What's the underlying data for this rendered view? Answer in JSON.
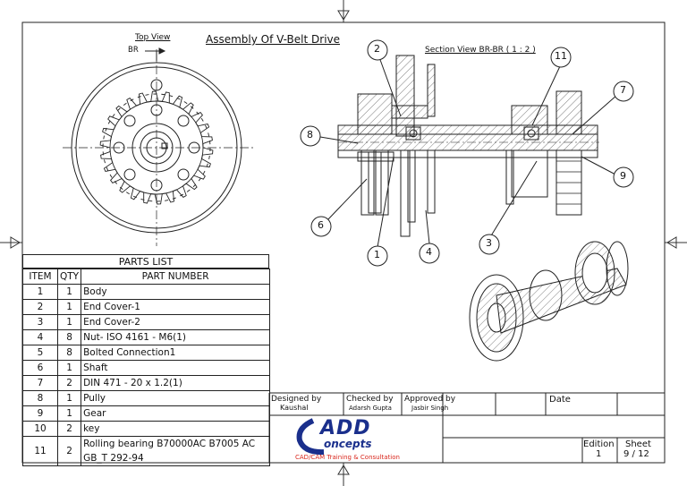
{
  "drawing": {
    "title": "Assembly Of V-Belt Drive",
    "top_view_label": "Top View",
    "section_marker": "BR",
    "section_view_label": "Section View BR-BR ( 1 : 2 )"
  },
  "balloons": [
    "2",
    "11",
    "7",
    "8",
    "9",
    "6",
    "1",
    "4",
    "3"
  ],
  "parts_list": {
    "title": "PARTS LIST",
    "headers": [
      "ITEM",
      "QTY",
      "PART NUMBER"
    ],
    "rows": [
      {
        "item": "1",
        "qty": "1",
        "part": "Body"
      },
      {
        "item": "2",
        "qty": "1",
        "part": "End Cover-1"
      },
      {
        "item": "3",
        "qty": "1",
        "part": "End Cover-2"
      },
      {
        "item": "4",
        "qty": "8",
        "part": "Nut- ISO 4161 - M6(1)"
      },
      {
        "item": "5",
        "qty": "8",
        "part": "Bolted Connection1"
      },
      {
        "item": "6",
        "qty": "1",
        "part": "Shaft"
      },
      {
        "item": "7",
        "qty": "2",
        "part": "DIN 471 - 20 x 1.2(1)"
      },
      {
        "item": "8",
        "qty": "1",
        "part": "Pully"
      },
      {
        "item": "9",
        "qty": "1",
        "part": "Gear"
      },
      {
        "item": "10",
        "qty": "2",
        "part": "key"
      },
      {
        "item": "11",
        "qty": "2",
        "part": "Rolling bearing B70000AC B7005 AC",
        "part2": "GB_T 292-94"
      }
    ]
  },
  "title_block": {
    "designed_by_label": "Designed by",
    "designed_by": "Kaushal",
    "checked_by_label": "Checked by",
    "checked_by": "Adarsh Gupta",
    "approved_by_label": "Approved by",
    "approved_by": "Jasbir Singh",
    "date_label": "Date",
    "edition_label": "Edition",
    "edition": "1",
    "sheet_label": "Sheet",
    "sheet": "9 / 12"
  },
  "logo": {
    "name": "CADD Concepts",
    "tagline": "CAD/CAM Training & Consultation"
  },
  "colors": {
    "line": "#222222",
    "logo_blue": "#1a2f8c",
    "logo_red": "#d9261c"
  }
}
